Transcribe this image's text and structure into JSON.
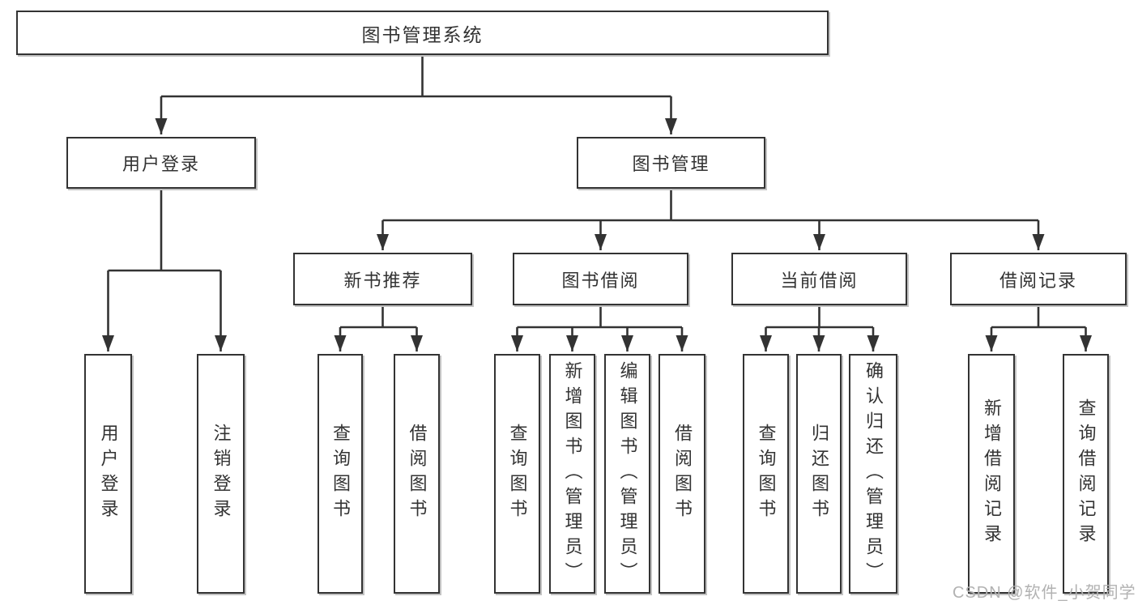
{
  "diagram": {
    "root": {
      "label": "图书管理系统"
    },
    "level2": [
      {
        "label": "用户登录"
      },
      {
        "label": "图书管理"
      }
    ],
    "level3": [
      {
        "label": "新书推荐"
      },
      {
        "label": "图书借阅"
      },
      {
        "label": "当前借阅"
      },
      {
        "label": "借阅记录"
      }
    ],
    "groups": [
      {
        "parent": "用户登录",
        "items": [
          "用户登录",
          "注销登录"
        ]
      },
      {
        "parent": "新书推荐",
        "items": [
          "查询图书",
          "借阅图书"
        ]
      },
      {
        "parent": "图书借阅",
        "items": [
          "查询图书",
          "新增图书（管理员）",
          "编辑图书（管理员）",
          "借阅图书"
        ]
      },
      {
        "parent": "当前借阅",
        "items": [
          "查询图书",
          "归还图书",
          "确认归还（管理员）"
        ]
      },
      {
        "parent": "借阅记录",
        "items": [
          "新增借阅记录",
          "查询借阅记录"
        ]
      }
    ]
  },
  "colors": {
    "line": "#333333",
    "box_border": "#333333",
    "text": "#333333",
    "background": "#ffffff",
    "watermark": "#b2b2b2"
  },
  "watermark": {
    "text": "CSDN @软件_小贺同学"
  }
}
